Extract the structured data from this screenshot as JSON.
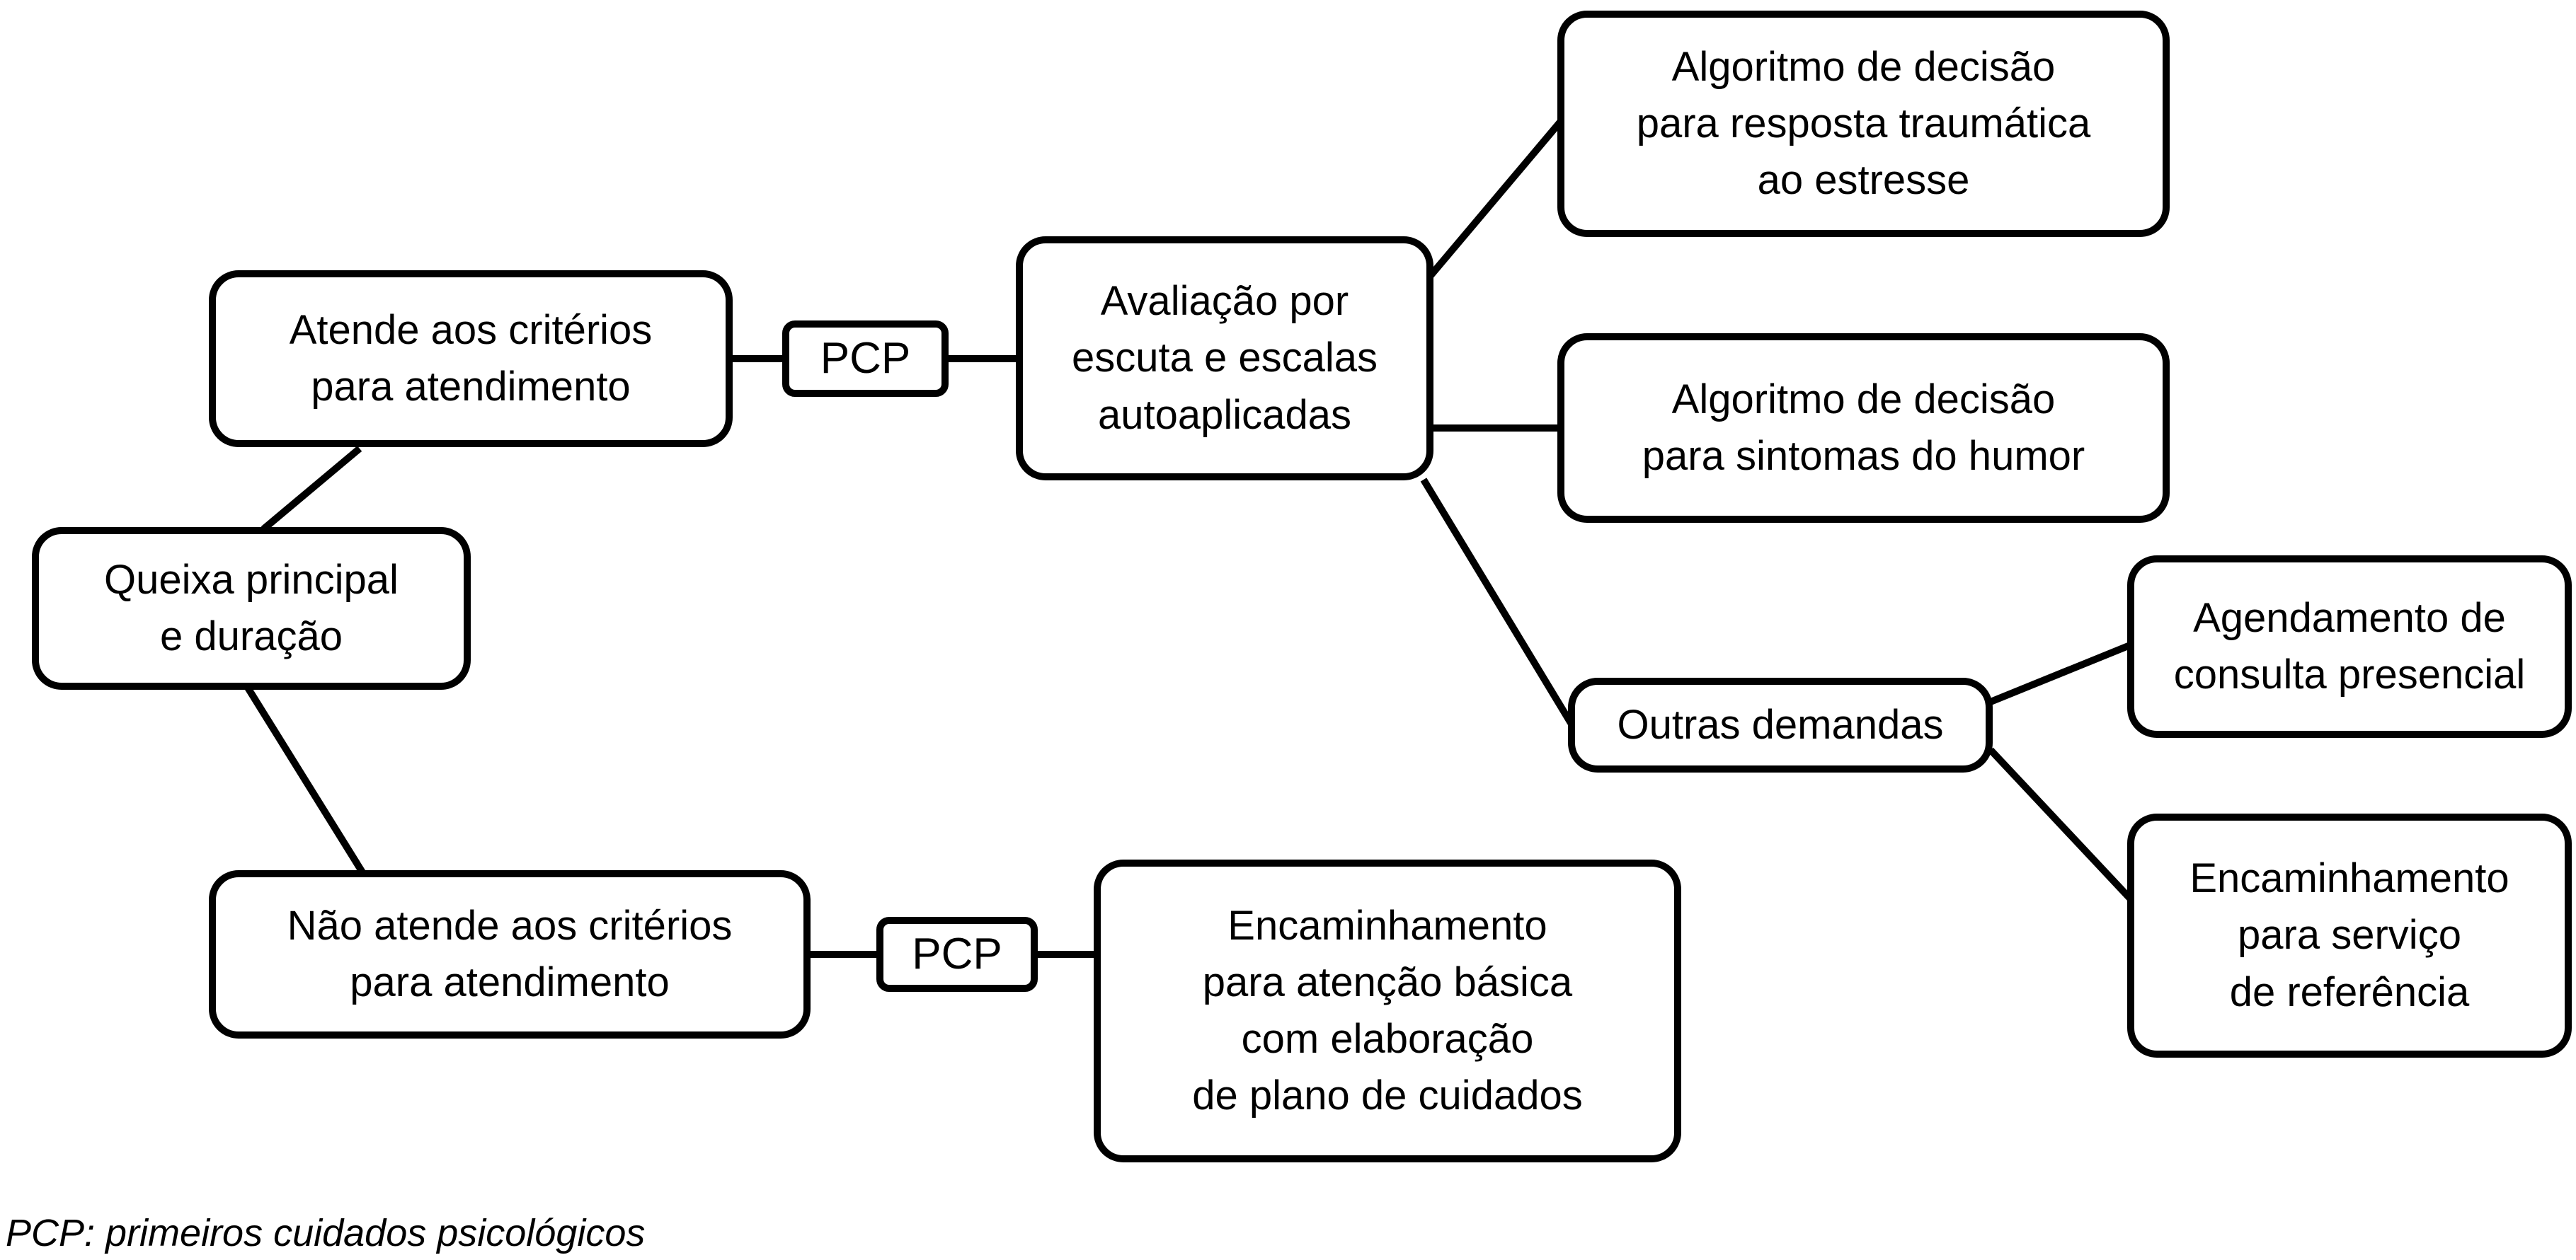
{
  "diagram": {
    "title_hint": "Fluxograma de triagem e atendimento",
    "colors": {
      "background": "#ffffff",
      "box_fill": "#ffffff",
      "box_border": "#000000",
      "text": "#000000",
      "connector": "#000000"
    },
    "nodes": {
      "queixa": {
        "label": "Queixa principal\ne duração"
      },
      "atende": {
        "label": "Atende aos critérios\npara atendimento"
      },
      "pcp1": {
        "label": "PCP"
      },
      "avaliacao": {
        "label": "Avaliação por\nescuta e escalas\nautoaplicadas"
      },
      "algoritmo_estresse": {
        "label": "Algoritmo de decisão\npara resposta traumática\nao estresse"
      },
      "algoritmo_humor": {
        "label": "Algoritmo de decisão\npara sintomas do humor"
      },
      "outras_demandas": {
        "label": "Outras demandas"
      },
      "agendamento": {
        "label": "Agendamento de\nconsulta presencial"
      },
      "encaminhamento_referencia": {
        "label": "Encaminhamento\npara serviço\nde referência"
      },
      "nao_atende": {
        "label": "Não atende aos critérios\npara atendimento"
      },
      "pcp2": {
        "label": "PCP"
      },
      "encaminhamento_atencao_basica": {
        "label": "Encaminhamento\npara atenção básica\ncom elaboração\nde plano de cuidados"
      }
    },
    "edges": [
      {
        "from": "queixa",
        "to": "atende"
      },
      {
        "from": "queixa",
        "to": "nao_atende"
      },
      {
        "from": "atende",
        "to": "pcp1"
      },
      {
        "from": "pcp1",
        "to": "avaliacao"
      },
      {
        "from": "avaliacao",
        "to": "algoritmo_estresse"
      },
      {
        "from": "avaliacao",
        "to": "algoritmo_humor"
      },
      {
        "from": "avaliacao",
        "to": "outras_demandas"
      },
      {
        "from": "outras_demandas",
        "to": "agendamento"
      },
      {
        "from": "outras_demandas",
        "to": "encaminhamento_referencia"
      },
      {
        "from": "nao_atende",
        "to": "pcp2"
      },
      {
        "from": "pcp2",
        "to": "encaminhamento_atencao_basica"
      }
    ],
    "footnote": "PCP: primeiros cuidados psicológicos"
  }
}
